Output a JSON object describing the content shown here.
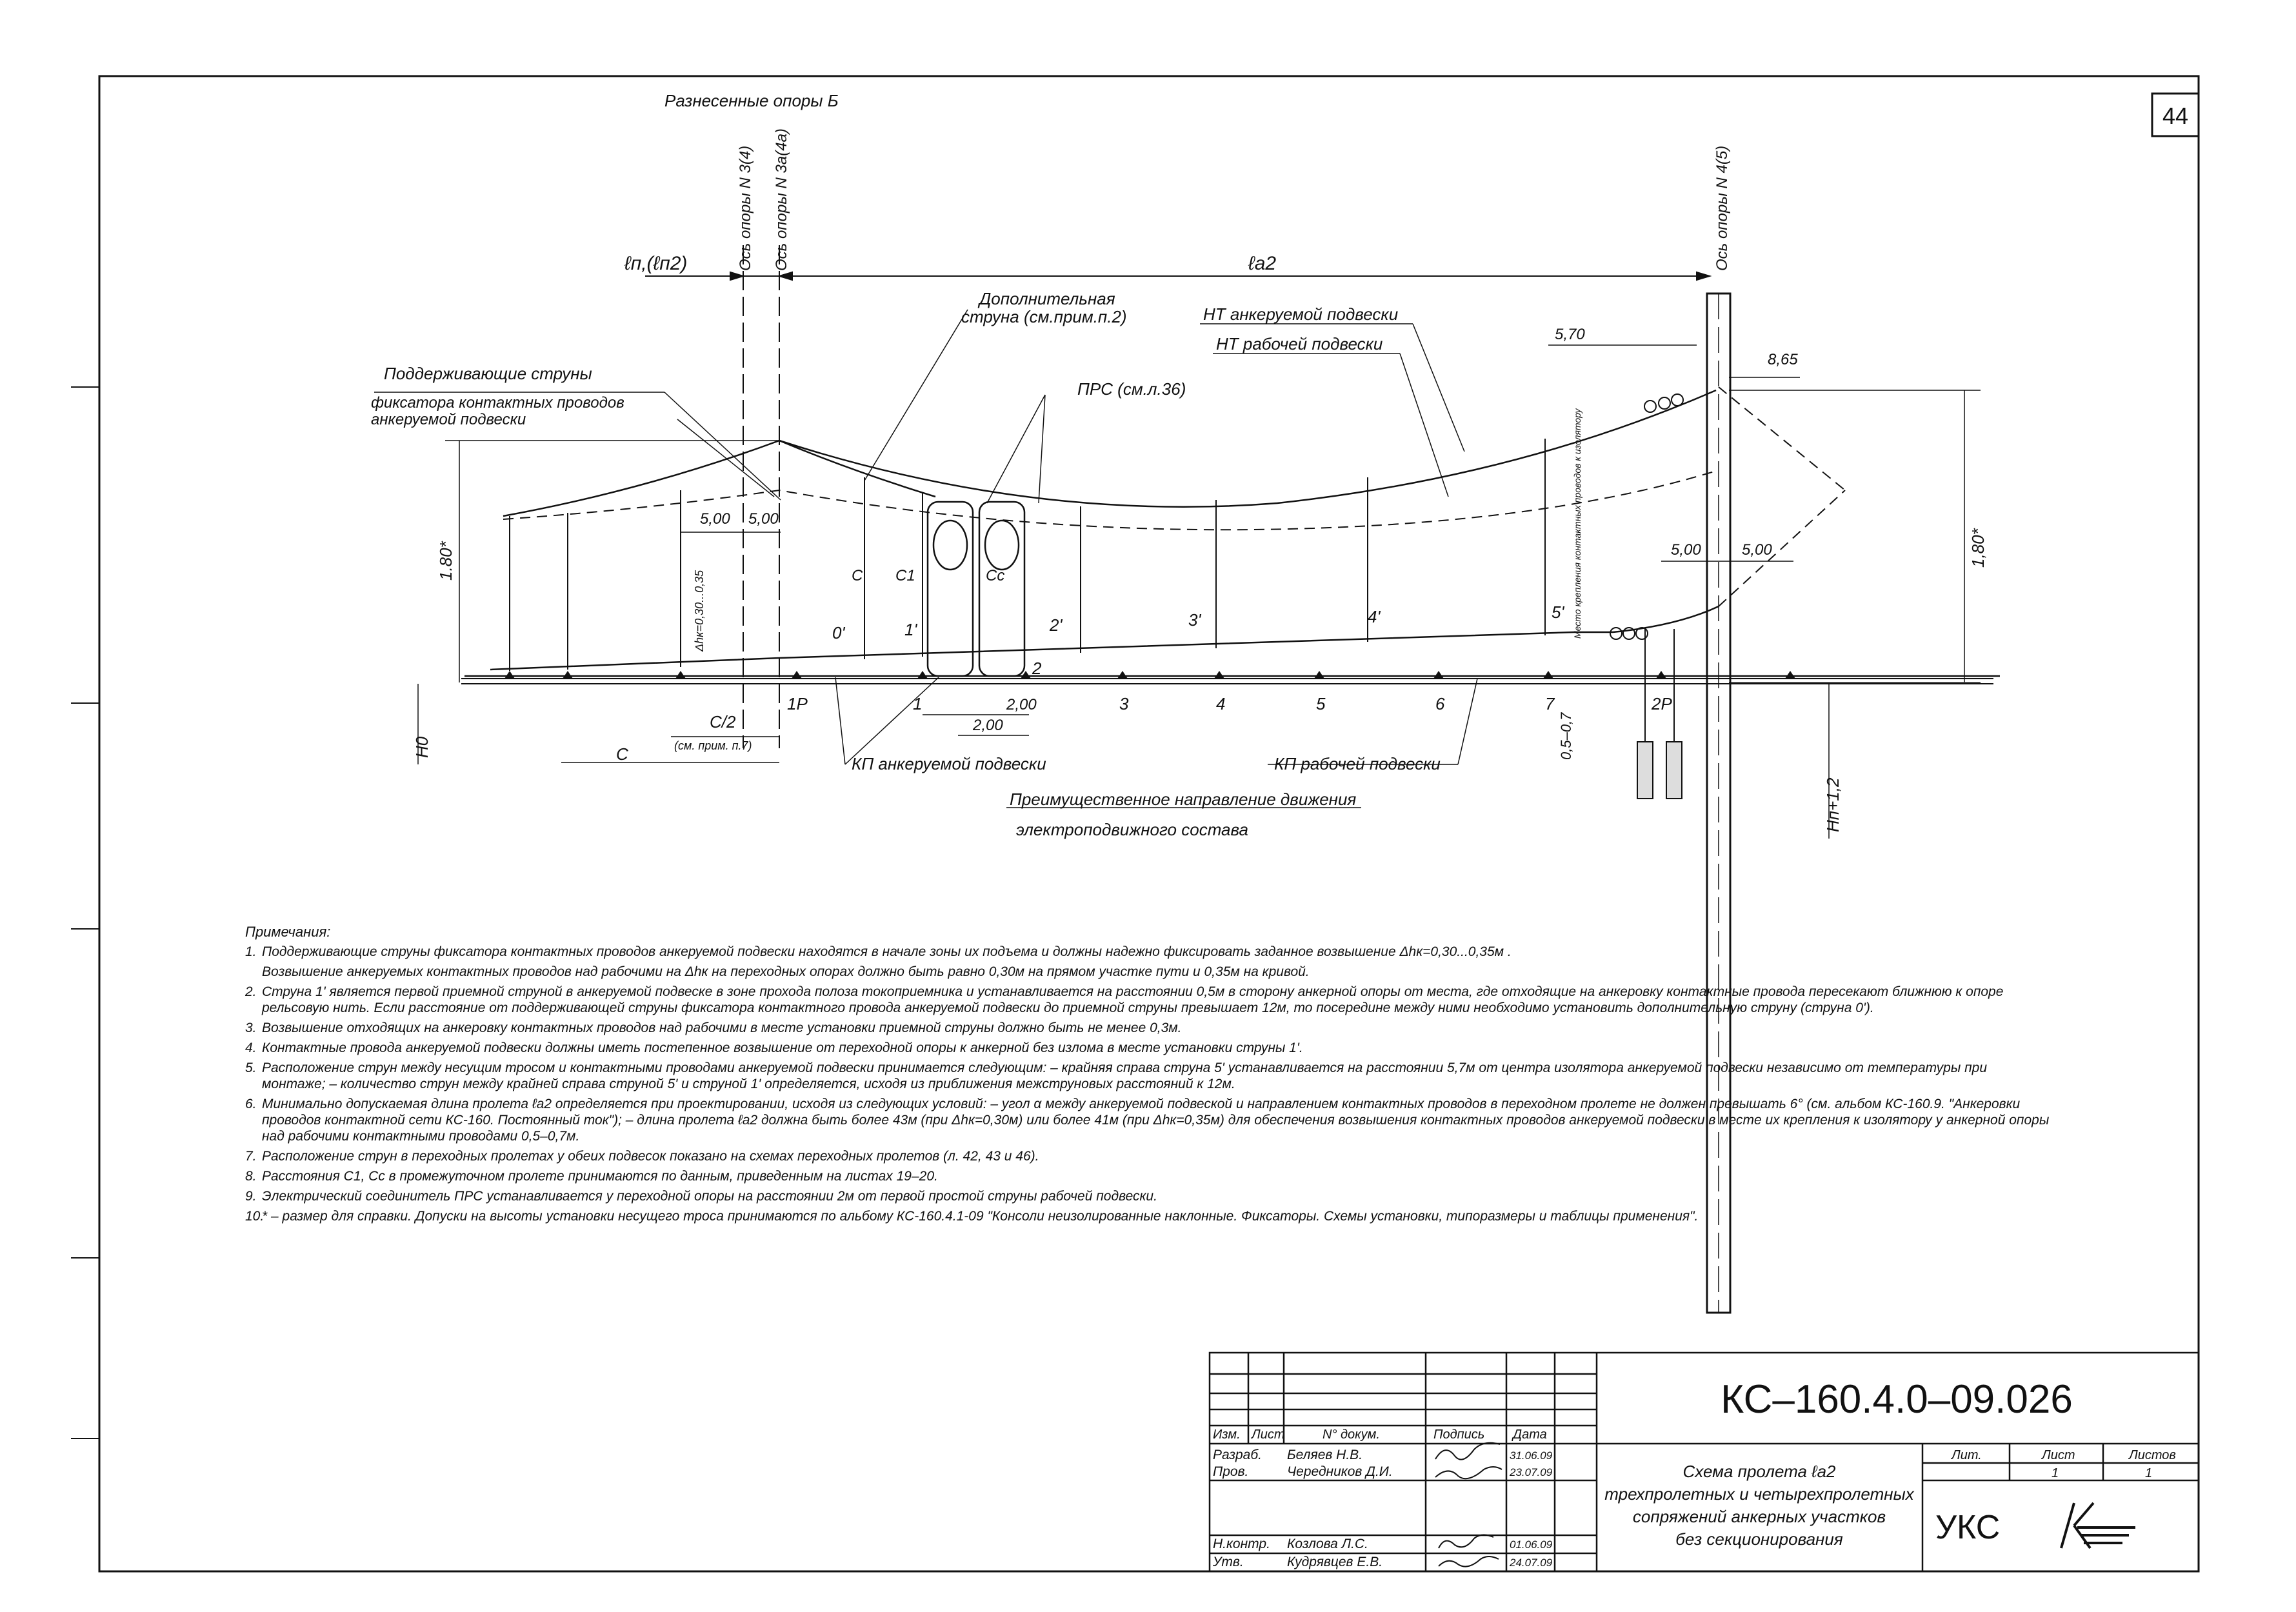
{
  "sheet_number": "44",
  "diagram": {
    "top_label": "Разнесенные опоры Б",
    "axis_n3": "Ось опоры N 3(4)",
    "axis_n3a": "Ось опоры N 3а(4а)",
    "axis_n4": "Ось опоры N 4(5)",
    "span_left": "ℓп,(ℓп2)",
    "span_main": "ℓа2",
    "extra_dropper": "Дополнительная",
    "extra_dropper_2": "струна (см.прим.п.2)",
    "prs": "ПРС (см.л.36)",
    "nt_anchored": "НТ анкеруемой подвески",
    "nt_working": "НТ рабочей подвески",
    "support_droppers_1": "Поддерживающие струны",
    "support_droppers_2": "фиксатора контактных проводов",
    "support_droppers_3": "анкеруемой подвески",
    "dim_570": "5,70",
    "dim_865": "8,65",
    "dim_500a": "5,00",
    "dim_500b": "5,00",
    "dim_500c": "5,00",
    "dim_500d": "5,00",
    "dim_180_left": "1.80*",
    "dim_180_right": "1,80*",
    "dim_200a": "2,00",
    "dim_200b": "2,00",
    "dim_dh": "Δhк=0,30...0,35",
    "c1": "C1",
    "cc": "Cc",
    "c": "C",
    "c2": "C/2",
    "c2_note": "(см. прим. п.7)",
    "h0": "H0",
    "h0_12": "Hп+1,2",
    "dim_05_07": "0,5–0,7",
    "kp_anchored": "КП анкеруемой подвески",
    "kp_working": "КП рабочей подвески",
    "direction_1": "Преимущественное направление движения",
    "direction_2": "электроподвижного состава",
    "place_note": "Место крепления контактных проводов к изолятору",
    "labels_top": [
      "0'",
      "1'",
      "2'",
      "3'",
      "4'",
      "5'"
    ],
    "labels_bottom": [
      "1Р",
      "1",
      "2",
      "3",
      "4",
      "5",
      "6",
      "7",
      "2Р"
    ]
  },
  "notes": {
    "header": "Примечания:",
    "items": [
      {
        "n": "1.",
        "text": "Поддерживающие струны фиксатора контактных проводов анкеруемой подвески находятся в начале зоны их подъема и должны надежно фиксировать заданное возвышение Δhк=0,30...0,35м .",
        "cont": "Возвышение анкеруемых контактных проводов над рабочими на Δhк на переходных опорах должно быть равно 0,30м на прямом участке пути и 0,35м на кривой."
      },
      {
        "n": "2.",
        "text": "Струна 1' является первой приемной струной в анкеруемой подвеске в зоне прохода полоза токоприемника и устанавливается на расстоянии 0,5м в сторону анкерной опоры от места, где отходящие на анкеровку контактные провода пересекают ближнюю к опоре рельсовую нить. Если расстояние от поддерживающей струны фиксатора контактного провода анкеруемой подвески до приемной струны превышает 12м, то посередине между ними необходимо установить дополнительную струну (струна 0').",
        "cont": ""
      },
      {
        "n": "3.",
        "text": "Возвышение отходящих на анкеровку контактных проводов над рабочими в месте установки приемной струны должно быть не менее 0,3м.",
        "cont": ""
      },
      {
        "n": "4.",
        "text": "Контактные провода анкеруемой подвески должны иметь постепенное возвышение от переходной опоры к анкерной без излома в месте установки струны 1'.",
        "cont": ""
      },
      {
        "n": "5.",
        "text": "Расположение струн между несущим тросом и контактными проводами анкеруемой подвески принимается следующим: – крайняя справа струна 5' устанавливается на расстоянии 5,7м от центра изолятора анкеруемой подвески независимо от температуры при монтаже; – количество струн между крайней справа струной 5' и струной 1' определяется, исходя из приближения межструновых расстояний к 12м.",
        "cont": ""
      },
      {
        "n": "6.",
        "text": "Минимально допускаемая длина пролета ℓа2 определяется при проектировании, исходя из следующих условий: – угол α между анкеруемой подвеской и направлением контактных проводов в переходном пролете не должен превышать 6° (см. альбом КС-160.9. \"Анкеровки проводов контактной сети КС-160. Постоянный ток\"); – длина пролета ℓа2 должна быть более 43м (при Δhк=0,30м) или более 41м (при Δhк=0,35м) для обеспечения возвышения контактных проводов анкеруемой подвески в месте их крепления к изолятору у анкерной опоры над рабочими контактными проводами 0,5–0,7м.",
        "cont": ""
      },
      {
        "n": "7.",
        "text": "Расположение струн в переходных пролетах у обеих подвесок показано на схемах переходных пролетов (л. 42, 43 и 46).",
        "cont": ""
      },
      {
        "n": "8.",
        "text": "Расстояния C1, Cc в промежуточном пролете принимаются по данным, приведенным на листах 19–20.",
        "cont": ""
      },
      {
        "n": "9.",
        "text": "Электрический соединитель ПРС устанавливается у переходной опоры на расстоянии 2м от первой простой струны рабочей подвески.",
        "cont": ""
      },
      {
        "n": "10.",
        "text": "* – размер для справки. Допуски на высоты установки несущего троса принимаются по альбому КС-160.4.1-09 \"Консоли неизолированные наклонные. Фиксаторы. Схемы установки, типоразмеры и таблицы применения\".",
        "cont": ""
      }
    ]
  },
  "title_block": {
    "code": "КС–160.4.0–09.026",
    "headers": [
      "Изм.",
      "Лист",
      "N° докум.",
      "Подпись",
      "Дата"
    ],
    "rows": [
      {
        "role": "Разраб.",
        "name": "Беляев Н.В.",
        "date": "31.06.09"
      },
      {
        "role": "Пров.",
        "name": "Чередников Д.И.",
        "date": "23.07.09"
      },
      {
        "role": "Н.контр.",
        "name": "Козлова Л.С.",
        "date": "01.06.09"
      },
      {
        "role": "Утв.",
        "name": "Кудрявцев Е.В.",
        "date": "24.07.09"
      }
    ],
    "title_lines": [
      "Схема пролета ℓа2",
      "трехпролетных и четырехпролетных",
      "сопряжений анкерных участков",
      "без секционирования"
    ],
    "lit": "Лит.",
    "list": "Лист",
    "listov": "Листов",
    "list_val": "1",
    "listov_val": "1",
    "org": "УКС"
  }
}
